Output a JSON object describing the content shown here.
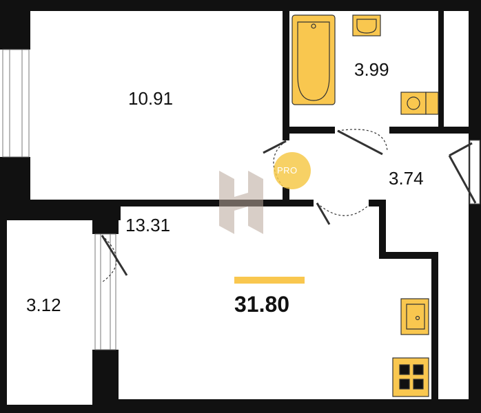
{
  "plan": {
    "rooms": [
      {
        "id": "bedroom",
        "area": "10.91"
      },
      {
        "id": "bathroom",
        "area": "3.99"
      },
      {
        "id": "hallway",
        "area": "3.74"
      },
      {
        "id": "kitchen-living",
        "area": "13.31"
      },
      {
        "id": "balcony",
        "area": "3.12"
      }
    ],
    "total_area": "31.80",
    "watermark": {
      "text": "PRO"
    }
  },
  "colors": {
    "wall": "#111111",
    "fixture": "#f9c74f",
    "accent": "#f9c74f",
    "watermark_badge": "#f6c94a",
    "watermark_letter": "#b9a79a"
  }
}
